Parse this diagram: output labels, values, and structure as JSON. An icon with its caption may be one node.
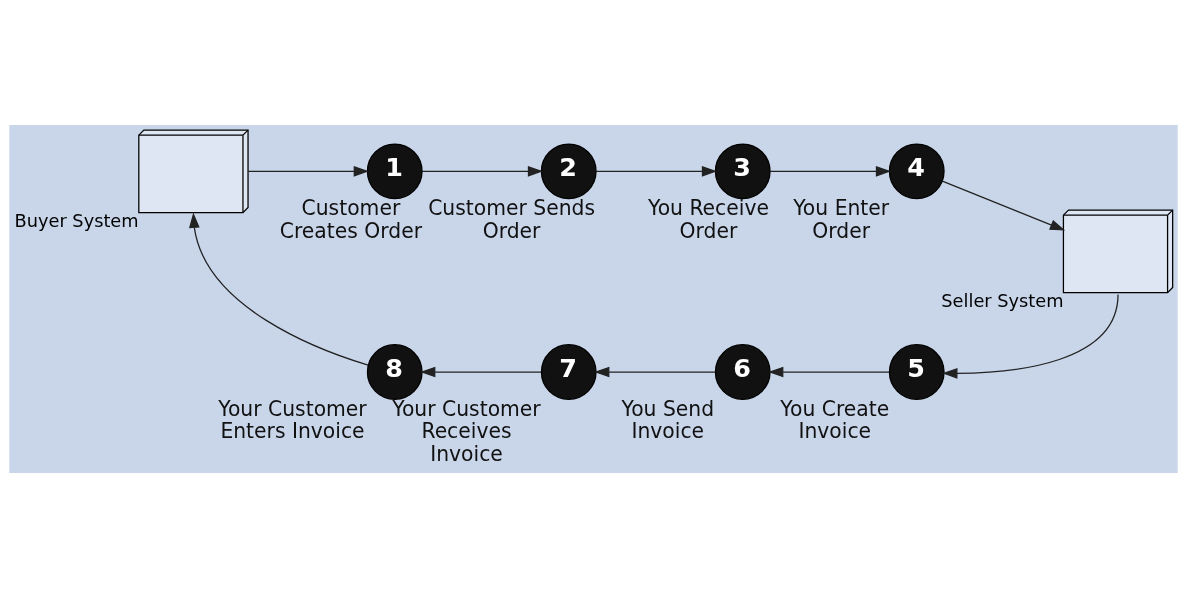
{
  "diagram": {
    "nodes": [
      {
        "text": [],
        "shape": "picture",
        "beside": [
          "Buyer System"
        ]
      },
      {
        "text": [
          "1"
        ],
        "beside": [
          "Customer Creates Order"
        ]
      },
      {
        "text": [
          "2"
        ],
        "beside": [
          "Customer Sends Order"
        ]
      },
      {
        "text": [
          "3"
        ],
        "beside": [
          "You Receive Order"
        ]
      },
      {
        "text": [
          "4"
        ],
        "beside": [
          "You Enter Order"
        ]
      },
      {
        "text": [],
        "shape": "picture",
        "beside": [
          "Seller System"
        ]
      },
      {
        "text": [
          "5"
        ],
        "beside": [
          "You Create Invoice"
        ]
      },
      {
        "text": [
          "6"
        ],
        "beside": [
          "You Send Invoice"
        ]
      },
      {
        "text": [
          "7"
        ],
        "beside": [
          "Your Customer Receives Invoice"
        ]
      },
      {
        "text": [
          "8"
        ],
        "beside": [
          "Your Customer Enters Invoice"
        ]
      }
    ],
    "edges": [
      {
        "from": 0,
        "to": 1,
        "arrow": "to"
      },
      {
        "from": 1,
        "to": 2,
        "arrow": "to"
      },
      {
        "from": 2,
        "to": 3,
        "arrow": "to"
      },
      {
        "from": 3,
        "to": 4,
        "arrow": "to"
      },
      {
        "from": 4,
        "to": 5,
        "arrow": "to"
      },
      {
        "from": 5,
        "to": 6,
        "arrow": "to"
      },
      {
        "from": 6,
        "to": 7,
        "arrow": "to"
      },
      {
        "from": 7,
        "to": 8,
        "arrow": "to"
      },
      {
        "from": 8,
        "to": 9,
        "arrow": "to"
      },
      {
        "from": 9,
        "to": 0,
        "arrow": "to"
      }
    ]
  }
}
